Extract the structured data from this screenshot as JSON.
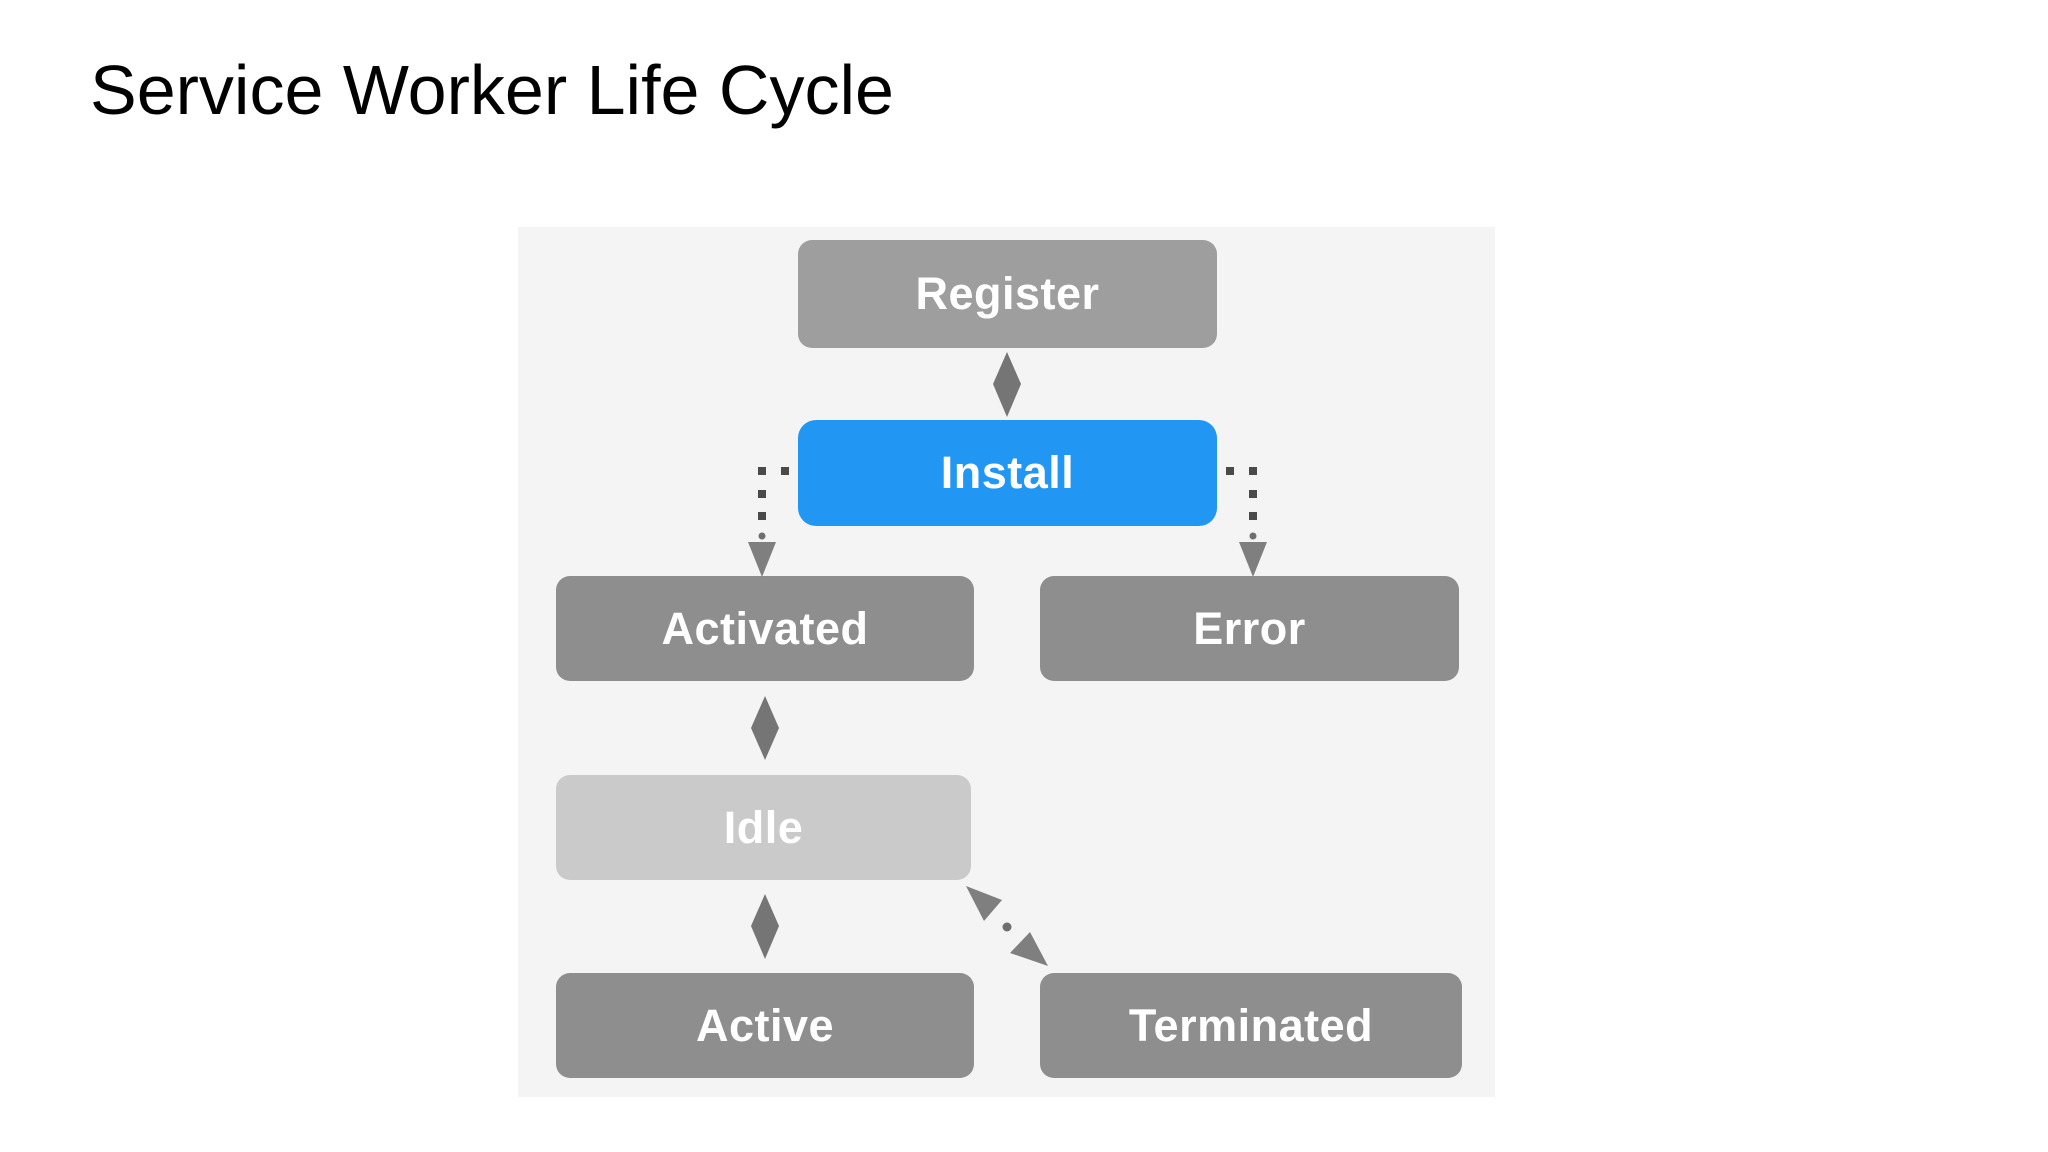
{
  "title": "Service Worker Life Cycle",
  "diagram": {
    "nodes": {
      "register": {
        "label": "Register",
        "color": "#9e9e9e"
      },
      "install": {
        "label": "Install",
        "color": "#2196f3"
      },
      "activated": {
        "label": "Activated",
        "color": "#8e8e8e"
      },
      "error": {
        "label": "Error",
        "color": "#8e8e8e"
      },
      "idle": {
        "label": "Idle",
        "color": "#cacaca"
      },
      "active": {
        "label": "Active",
        "color": "#8e8e8e"
      },
      "terminated": {
        "label": "Terminated",
        "color": "#8e8e8e"
      }
    },
    "edges": [
      {
        "from": "Register",
        "to": "Install",
        "line": "solid",
        "marker": "diamond",
        "direction": "down"
      },
      {
        "from": "Install",
        "to": "Activated",
        "line": "dotted",
        "marker": "arrow",
        "direction": "down"
      },
      {
        "from": "Install",
        "to": "Error",
        "line": "dotted",
        "marker": "arrow",
        "direction": "down"
      },
      {
        "from": "Activated",
        "to": "Idle",
        "line": "solid",
        "marker": "diamond",
        "direction": "both"
      },
      {
        "from": "Idle",
        "to": "Active",
        "line": "solid",
        "marker": "diamond",
        "direction": "both"
      },
      {
        "from": "Idle",
        "to": "Terminated",
        "line": "dotted",
        "marker": "arrow",
        "direction": "both"
      }
    ],
    "colors": {
      "panel_background": "#f4f4f5",
      "page_background": "#ffffff",
      "accent_blue": "#2196f3",
      "node_gray": "#8e8e8e",
      "node_gray_light": "#9e9e9e",
      "node_idle_gray": "#cacaca",
      "arrow_diamond": "#757575",
      "arrow_head": "#7f7f7f",
      "dot": "#4a4a4a",
      "node_text": "#ffffff",
      "title_text": "#000000"
    }
  }
}
